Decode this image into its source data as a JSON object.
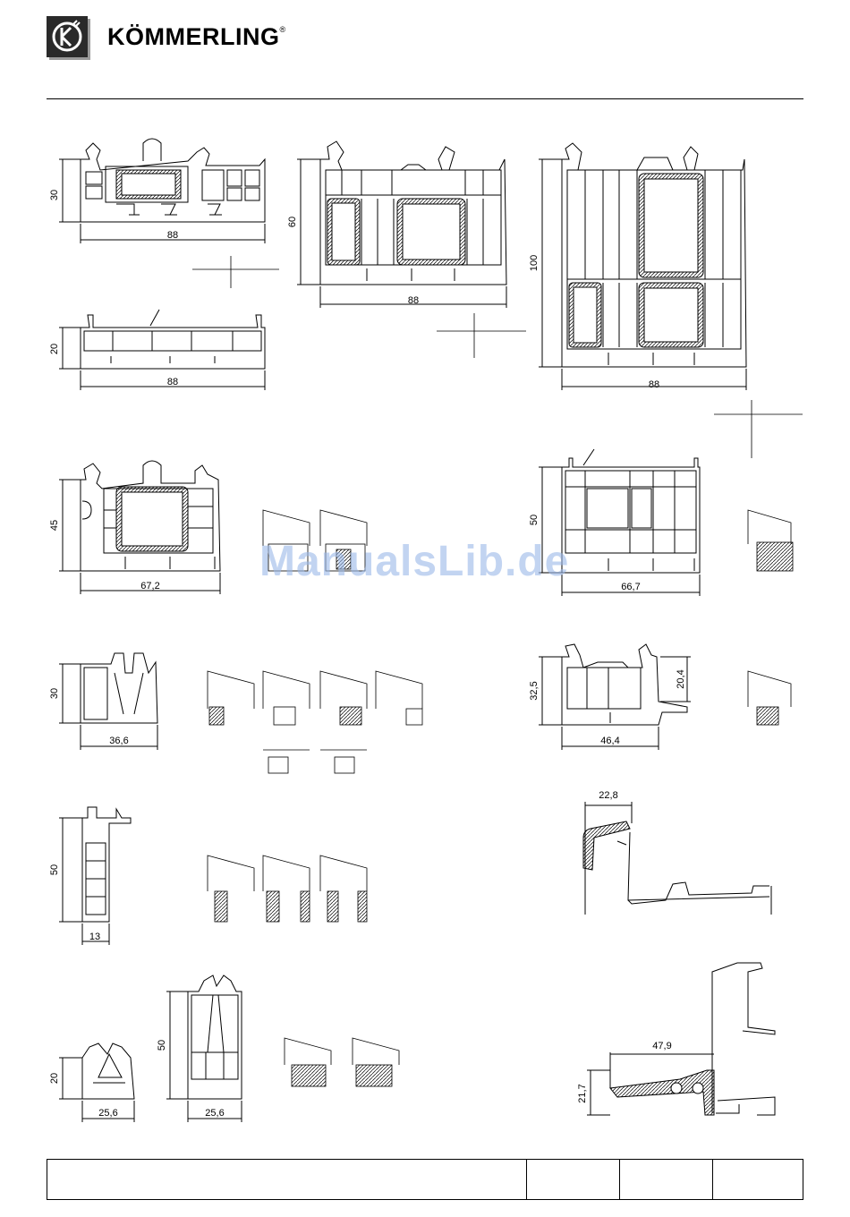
{
  "brand": {
    "name": "KÖMMERLING",
    "registered": "®"
  },
  "watermark": "ManualsLib.de",
  "dimensions": {
    "p1_h": "30",
    "p1_w": "88",
    "p2_h": "60",
    "p2_w": "88",
    "p3_h": "100",
    "p3_w": "88",
    "p4_h": "20",
    "p4_w": "88",
    "p5_h": "45",
    "p5_w": "67,2",
    "p6_h": "50",
    "p6_w": "66,7",
    "p7_h": "30",
    "p7_w": "36,6",
    "p8_h": "32,5",
    "p8_h2": "20,4",
    "p8_w": "46,4",
    "p9_w": "22,8",
    "p10_h": "50",
    "p10_w": "13",
    "p11_h": "20",
    "p11_w": "25,6",
    "p12_h": "50",
    "p12_w": "25,6",
    "p13_h": "21,7",
    "p13_w": "47,9"
  }
}
